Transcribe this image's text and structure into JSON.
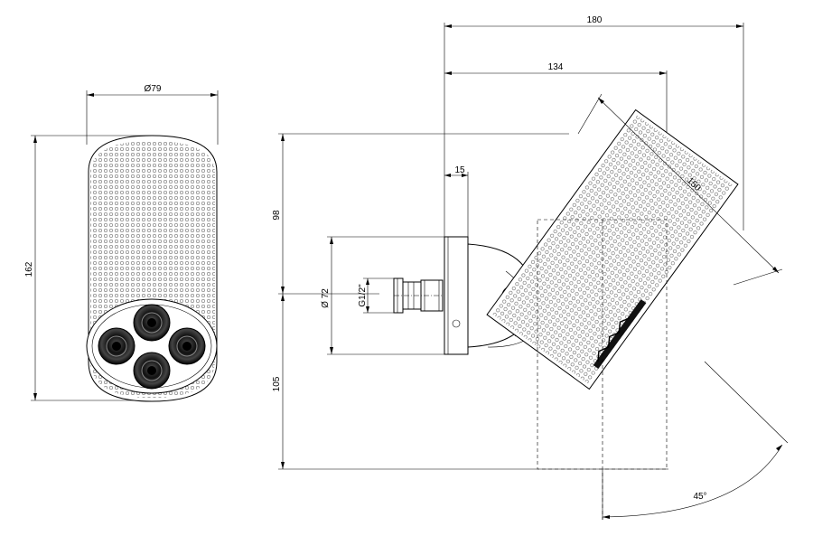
{
  "dimensions": {
    "diameter_body": "Ø79",
    "height_body": "162",
    "width_total": "180",
    "width_mount": "134",
    "length_head": "150",
    "flange_depth": "15",
    "height_upper": "98",
    "height_lower": "105",
    "diameter_flange": "Ø 72",
    "thread": "G1/2\"",
    "angle": "45°"
  }
}
